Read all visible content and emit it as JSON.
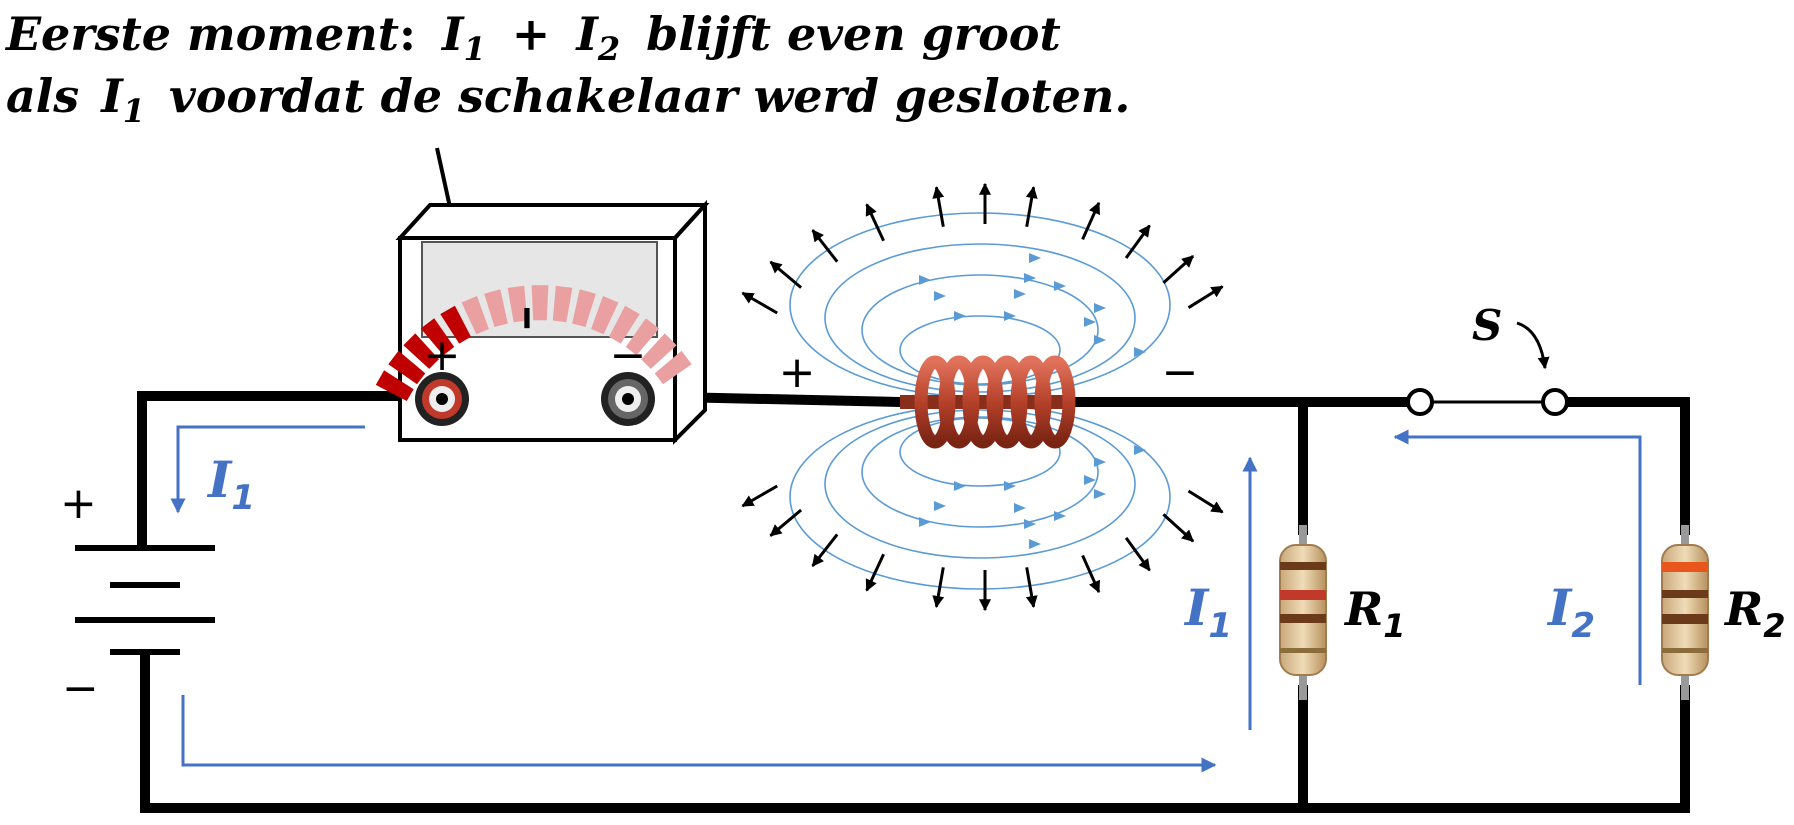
{
  "caption": {
    "line1": {
      "lead": "Eerste moment",
      "colon": ":",
      "i1": "I",
      "i1_sub": "1",
      "plus": "+",
      "i2": "I",
      "i2_sub": "2",
      "tail": "blijft even groot"
    },
    "line2": {
      "lead": "als",
      "i1": "I",
      "i1_sub": "1",
      "tail": "voordat de schakelaar werd gesloten."
    }
  },
  "meter": {
    "plus_label": "+",
    "minus_label": "−",
    "scale_mark": "I"
  },
  "battery": {
    "plus_label": "+",
    "minus_label": "−"
  },
  "coil": {
    "plus_label": "+",
    "minus_label": "−"
  },
  "switch": {
    "label": "S"
  },
  "currents": {
    "left": {
      "symbol": "I",
      "sub": "1"
    },
    "r1_branch": {
      "symbol": "I",
      "sub": "1"
    },
    "r2_branch": {
      "symbol": "I",
      "sub": "2"
    }
  },
  "resistors": {
    "r1": {
      "symbol": "R",
      "sub": "1"
    },
    "r2": {
      "symbol": "R",
      "sub": "2"
    }
  },
  "colors": {
    "wire": "#000000",
    "current_arrow": "#4472c4",
    "field_line": "#5b9bd5",
    "coil": "#b5412a",
    "meter_needle": "#c00000"
  }
}
